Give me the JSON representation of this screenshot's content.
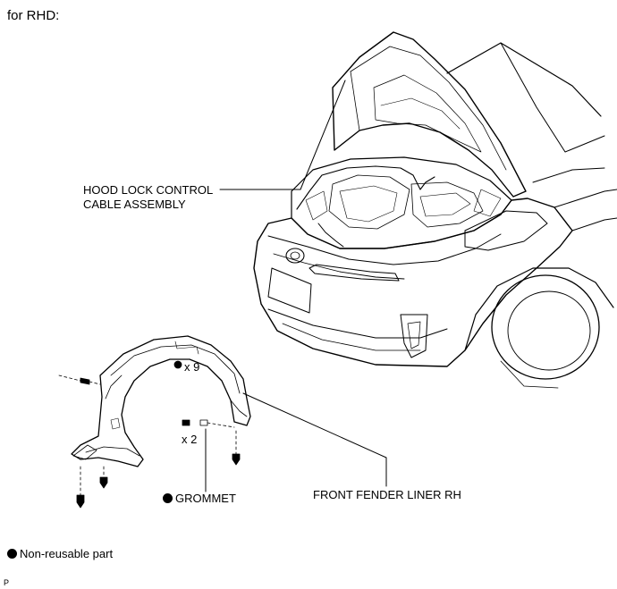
{
  "header": {
    "title": "for RHD:"
  },
  "callouts": {
    "hood_lock_line1": "HOOD LOCK CONTROL",
    "hood_lock_line2": "CABLE ASSEMBLY",
    "qty_clips": "x 9",
    "qty_screws": "x 2",
    "grommet": "GROMMET",
    "fender_liner": "FRONT FENDER LINER RH"
  },
  "legend": {
    "non_reusable": "Non-reusable part"
  },
  "footer": {
    "code": "P"
  }
}
